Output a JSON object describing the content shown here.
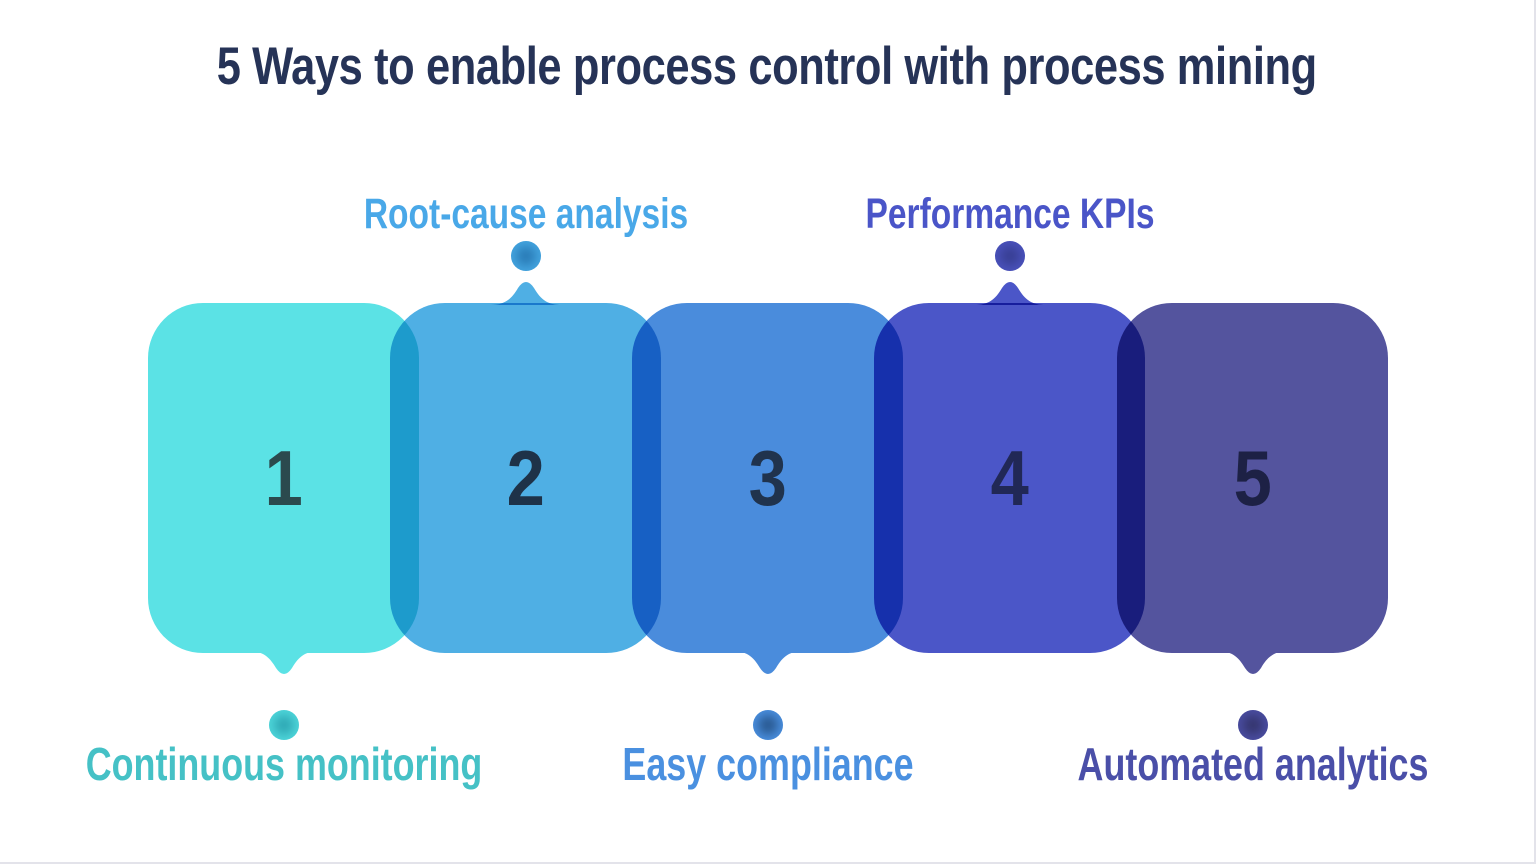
{
  "title": {
    "text": "5 Ways to enable process control with process mining",
    "color": "#263357"
  },
  "items": [
    {
      "number": "1",
      "label": "Continuous monitoring",
      "label_position": "bottom",
      "box_color": "#5BE2E5",
      "number_color": "#2B4A4E",
      "label_color": "#45C1C6",
      "dot_edge_color": "#4ED6DA",
      "dot_core_color": "#2FA9B5"
    },
    {
      "number": "2",
      "label": "Root-cause analysis",
      "label_position": "top",
      "box_color": "#4FAFE4",
      "number_color": "#1E3248",
      "label_color": "#49A8E8",
      "dot_edge_color": "#44A5E0",
      "dot_core_color": "#2A7CB7"
    },
    {
      "number": "3",
      "label": "Easy compliance",
      "label_position": "bottom",
      "box_color": "#4A8CDC",
      "number_color": "#20334D",
      "label_color": "#4A90E0",
      "dot_edge_color": "#4A8FDF",
      "dot_core_color": "#2A5A92"
    },
    {
      "number": "4",
      "label": "Performance KPIs",
      "label_position": "top",
      "box_color": "#4B56C8",
      "number_color": "#212856",
      "label_color": "#4A55C8",
      "dot_edge_color": "#4A52BC",
      "dot_core_color": "#383F94"
    },
    {
      "number": "5",
      "label": "Automated analytics",
      "label_position": "bottom",
      "box_color": "#54549E",
      "number_color": "#1D2145",
      "label_color": "#4A4FA8",
      "dot_edge_color": "#4A4DA2",
      "dot_core_color": "#35366F"
    }
  ]
}
